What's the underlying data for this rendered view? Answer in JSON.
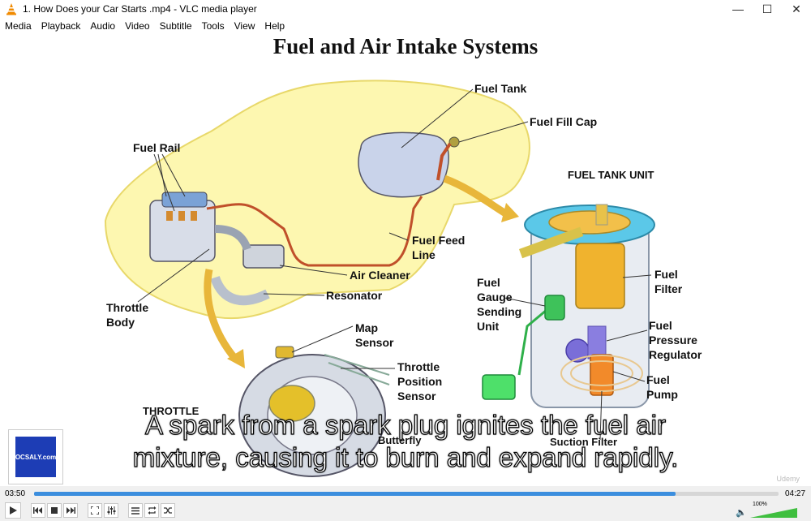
{
  "window": {
    "title": "1. How Does your Car Starts .mp4 - VLC media player"
  },
  "menu": [
    "Media",
    "Playback",
    "Audio",
    "Video",
    "Subtitle",
    "Tools",
    "View",
    "Help"
  ],
  "slide": {
    "title": "Fuel and Air Intake Systems",
    "labels": {
      "fuel_tank": "Fuel Tank",
      "fuel_fill_cap": "Fuel Fill Cap",
      "fuel_rail": "Fuel Rail",
      "fuel_tank_unit": "FUEL TANK UNIT",
      "fuel_feed": "Fuel Feed",
      "line": "Line",
      "air_cleaner": "Air Cleaner",
      "resonator": "Resonator",
      "throttle": "Throttle",
      "body": "Body",
      "map": "Map",
      "sensor": "Sensor",
      "throttle2": "Throttle",
      "position": "Position",
      "sensor2": "Sensor",
      "throttle_caps": "THROTTLE",
      "butterfly": "Butterfly",
      "fuel_a": "Fuel",
      "gauge": "Gauge",
      "sending": "Sending",
      "unit": "Unit",
      "fuel_b": "Fuel",
      "filter": "Filter",
      "fuel_c": "Fuel",
      "pressure": "Pressure",
      "regulator": "Regulator",
      "fuel_d": "Fuel",
      "pump": "Pump",
      "suction_filter": "Suction Filter"
    },
    "subtitle_line1": "A spark from a spark plug ignites the fuel air",
    "subtitle_line2": "mixture, causing it to burn and expand rapidly.",
    "logo_text": "OCSALY.com",
    "watermark": "Udemy"
  },
  "player": {
    "elapsed": "03:50",
    "total": "04:27",
    "progress": 0.862,
    "volume": "100%",
    "volume_level": 1.0
  },
  "colors": {
    "accent": "#3c8ede",
    "car_fill": "#fdf7b0",
    "fuel_line": "#c0502a"
  }
}
